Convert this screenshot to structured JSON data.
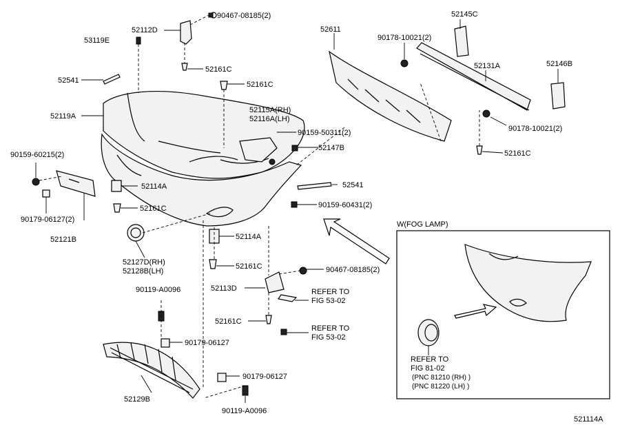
{
  "callouts": {
    "p90467_top": "90467-08185(2)",
    "p52112D": "52112D",
    "p53119E": "53119E",
    "p52161C_a": "52161C",
    "p52541_a": "52541",
    "p52161C_b": "52161C",
    "p52119A": "52119A",
    "p52115A": "52115A(RH)",
    "p52116A": "52116A(LH)",
    "p90159_50311": "90159-50311(2)",
    "p90159_60215": "90159-60215(2)",
    "p52147B": "52147B",
    "p52114A_a": "52114A",
    "p52541_b": "52541",
    "p90159_60431": "90159-60431(2)",
    "p52161C_c": "52161C",
    "p90179_06127_2": "90179-06127(2)",
    "p52121B": "52121B",
    "p52114A_b": "52114A",
    "p52127D": "52127D(RH)",
    "p52128B": "52128B(LH)",
    "p52161C_d": "52161C",
    "p90467_mid": "90467-08185(2)",
    "p90119_top": "90119-A0096",
    "p52113D": "52113D",
    "p52161C_e": "52161C",
    "p90179_06127_a": "90179-06127",
    "p90179_06127_b": "90179-06127",
    "p52129B": "52129B",
    "p90119_bottom": "90119-A0096",
    "p52611": "52611",
    "p52145C": "52145C",
    "p90178_top": "90178-10021(2)",
    "p52131A": "52131A",
    "p52146B": "52146B",
    "p90178_mid": "90178-10021(2)",
    "p52161C_f": "52161C"
  },
  "refers": {
    "refer1_line1": "REFER  TO",
    "refer1_line2": "FIG  53-02",
    "refer2_line1": "REFER  TO",
    "refer2_line2": "FIG  53-02"
  },
  "inset": {
    "title": "W(FOG LAMP)",
    "refer_line1": "REFER  TO",
    "refer_line2": "FIG  81-02",
    "pnc_rh": "(PNC 81210 (RH) )",
    "pnc_lh": "(PNC 81220 (LH) )"
  },
  "diagram_id": "521114A"
}
